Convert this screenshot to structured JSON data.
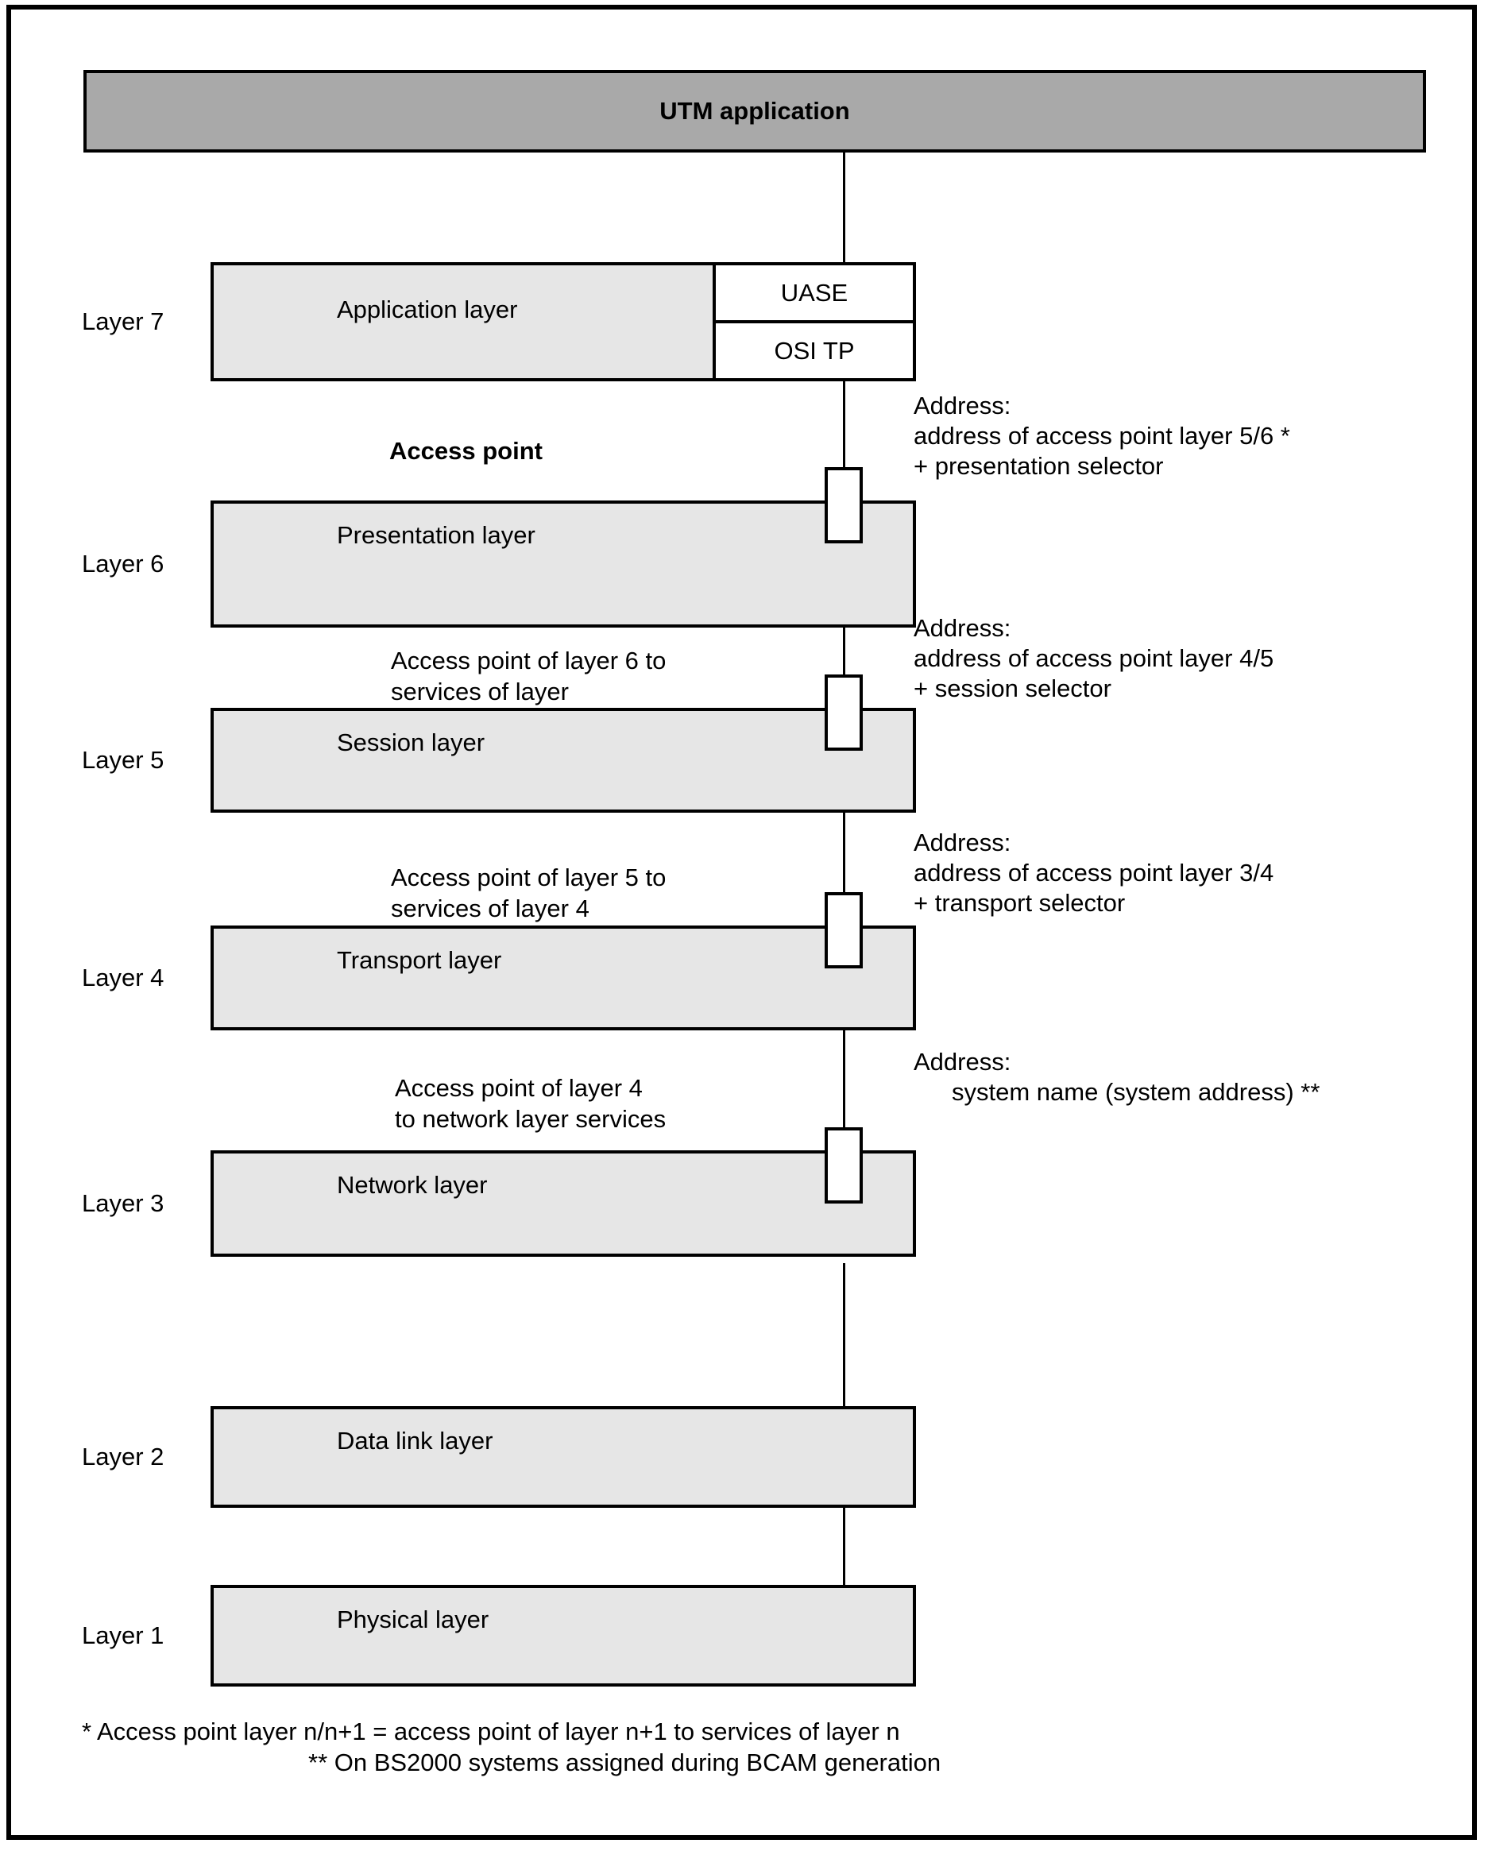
{
  "diagram": {
    "title": "UTM application",
    "access_point_heading": "Access point",
    "layers": [
      {
        "side_label": "Layer 7",
        "name": "Application layer",
        "sub_boxes": [
          "UASE",
          "OSI TP"
        ]
      },
      {
        "side_label": "Layer 6",
        "name": "Presentation layer"
      },
      {
        "side_label": "Layer 5",
        "name": "Session layer"
      },
      {
        "side_label": "Layer 4",
        "name": "Transport layer"
      },
      {
        "side_label": "Layer 3",
        "name": "Network layer"
      },
      {
        "side_label": "Layer 2",
        "name": "Data link layer"
      },
      {
        "side_label": "Layer 1",
        "name": "Physical layer"
      }
    ],
    "access_point_notes": [
      {
        "line1": "Access point of layer 6 to",
        "line2": "services of layer"
      },
      {
        "line1": "Access point of layer 5 to",
        "line2": "services of layer 4"
      },
      {
        "line1": "Access point of layer 4",
        "line2": "to network layer services"
      }
    ],
    "addresses": [
      {
        "title": "Address:",
        "line1": "address of access point layer 5/6 *",
        "line2": "+ presentation selector"
      },
      {
        "title": "Address:",
        "line1": "address of access point layer 4/5",
        "line2": "+ session selector"
      },
      {
        "title": "Address:",
        "line1": "address of access point layer 3/4",
        "line2": "+ transport selector"
      },
      {
        "title": "Address:",
        "line1": "system name (system address) **"
      }
    ],
    "footnotes": [
      "* Access point layer n/n+1 = access point of layer n+1 to services of layer n",
      "** On BS2000 systems assigned during BCAM generation"
    ],
    "colors": {
      "utm_bar": "#a9a9a9",
      "layer_fill": "#e6e6e6",
      "line": "#000000"
    }
  }
}
